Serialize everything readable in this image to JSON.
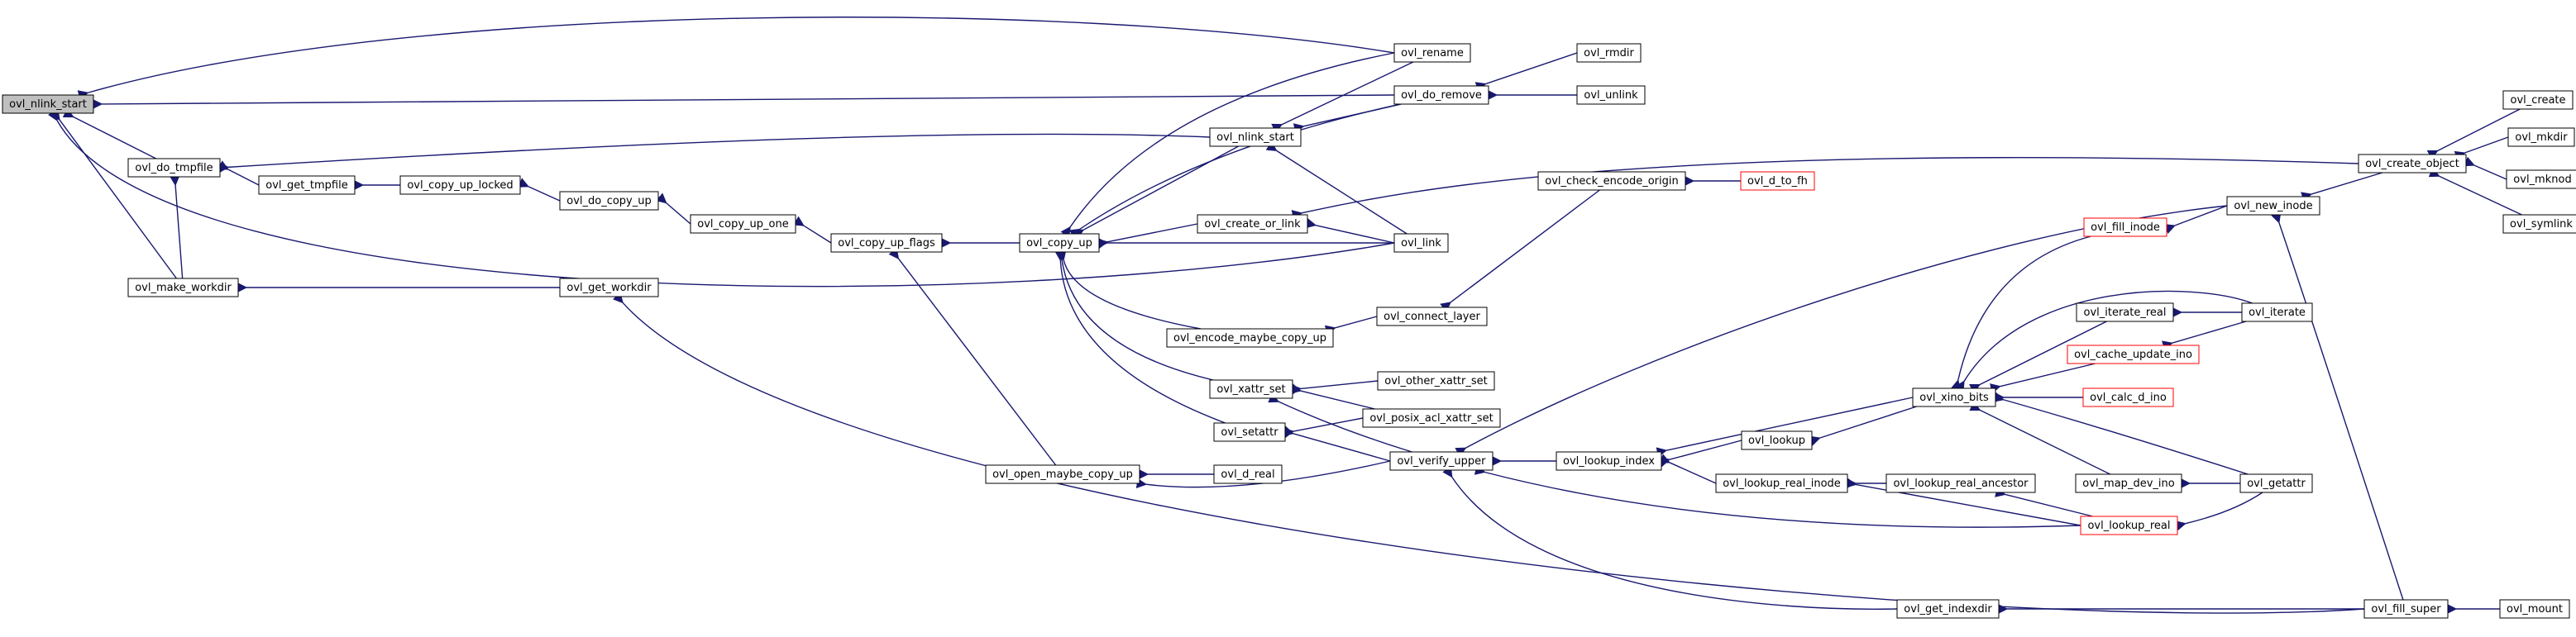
{
  "colors": {
    "edge": "#191970",
    "node_border": "#000000",
    "node_border_truncated": "#ff0000",
    "node_fill": "#ffffff",
    "root_fill": "#bfbfbf",
    "text": "#000000"
  },
  "nodes": [
    {
      "id": "ovl_nlink_start_root",
      "label": "ovl_nlink_start",
      "root": true
    },
    {
      "id": "ovl_do_tmpfile",
      "label": "ovl_do_tmpfile"
    },
    {
      "id": "ovl_make_workdir",
      "label": "ovl_make_workdir"
    },
    {
      "id": "ovl_get_tmpfile",
      "label": "ovl_get_tmpfile"
    },
    {
      "id": "ovl_copy_up_locked",
      "label": "ovl_copy_up_locked"
    },
    {
      "id": "ovl_do_copy_up",
      "label": "ovl_do_copy_up"
    },
    {
      "id": "ovl_get_workdir",
      "label": "ovl_get_workdir"
    },
    {
      "id": "ovl_copy_up_one",
      "label": "ovl_copy_up_one"
    },
    {
      "id": "ovl_copy_up_flags",
      "label": "ovl_copy_up_flags"
    },
    {
      "id": "ovl_open_maybe_copy_up",
      "label": "ovl_open_maybe_copy_up"
    },
    {
      "id": "ovl_copy_up",
      "label": "ovl_copy_up"
    },
    {
      "id": "ovl_rename",
      "label": "ovl_rename"
    },
    {
      "id": "ovl_do_remove",
      "label": "ovl_do_remove"
    },
    {
      "id": "ovl_nlink_start",
      "label": "ovl_nlink_start"
    },
    {
      "id": "ovl_create_or_link",
      "label": "ovl_create_or_link"
    },
    {
      "id": "ovl_link",
      "label": "ovl_link"
    },
    {
      "id": "ovl_encode_maybe_copy_up",
      "label": "ovl_encode_maybe_copy_up"
    },
    {
      "id": "ovl_connect_layer",
      "label": "ovl_connect_layer"
    },
    {
      "id": "ovl_xattr_set",
      "label": "ovl_xattr_set"
    },
    {
      "id": "ovl_other_xattr_set",
      "label": "ovl_other_xattr_set"
    },
    {
      "id": "ovl_posix_acl_xattr_set",
      "label": "ovl_posix_acl_xattr_set"
    },
    {
      "id": "ovl_setattr",
      "label": "ovl_setattr"
    },
    {
      "id": "ovl_verify_upper",
      "label": "ovl_verify_upper"
    },
    {
      "id": "ovl_d_real",
      "label": "ovl_d_real"
    },
    {
      "id": "ovl_rmdir",
      "label": "ovl_rmdir"
    },
    {
      "id": "ovl_unlink",
      "label": "ovl_unlink"
    },
    {
      "id": "ovl_check_encode_origin",
      "label": "ovl_check_encode_origin"
    },
    {
      "id": "ovl_d_to_fh",
      "label": "ovl_d_to_fh",
      "truncated": true
    },
    {
      "id": "ovl_lookup_index",
      "label": "ovl_lookup_index"
    },
    {
      "id": "ovl_lookup",
      "label": "ovl_lookup"
    },
    {
      "id": "ovl_lookup_real_inode",
      "label": "ovl_lookup_real_inode"
    },
    {
      "id": "ovl_lookup_real_ancestor",
      "label": "ovl_lookup_real_ancestor"
    },
    {
      "id": "ovl_lookup_real",
      "label": "ovl_lookup_real",
      "truncated": true
    },
    {
      "id": "ovl_get_indexdir",
      "label": "ovl_get_indexdir"
    },
    {
      "id": "ovl_xino_bits",
      "label": "ovl_xino_bits"
    },
    {
      "id": "ovl_fill_inode",
      "label": "ovl_fill_inode",
      "truncated": true
    },
    {
      "id": "ovl_iterate_real",
      "label": "ovl_iterate_real"
    },
    {
      "id": "ovl_cache_update_ino",
      "label": "ovl_cache_update_ino",
      "truncated": true
    },
    {
      "id": "ovl_calc_d_ino",
      "label": "ovl_calc_d_ino",
      "truncated": true
    },
    {
      "id": "ovl_map_dev_ino",
      "label": "ovl_map_dev_ino"
    },
    {
      "id": "ovl_new_inode",
      "label": "ovl_new_inode"
    },
    {
      "id": "ovl_iterate",
      "label": "ovl_iterate"
    },
    {
      "id": "ovl_getattr",
      "label": "ovl_getattr"
    },
    {
      "id": "ovl_create_object",
      "label": "ovl_create_object"
    },
    {
      "id": "ovl_fill_super",
      "label": "ovl_fill_super"
    },
    {
      "id": "ovl_create",
      "label": "ovl_create"
    },
    {
      "id": "ovl_mkdir",
      "label": "ovl_mkdir"
    },
    {
      "id": "ovl_mknod",
      "label": "ovl_mknod"
    },
    {
      "id": "ovl_symlink",
      "label": "ovl_symlink"
    },
    {
      "id": "ovl_mount",
      "label": "ovl_mount"
    }
  ],
  "edges": [
    [
      "ovl_nlink_start_root",
      "ovl_rename"
    ],
    [
      "ovl_nlink_start_root",
      "ovl_do_remove"
    ],
    [
      "ovl_nlink_start_root",
      "ovl_do_tmpfile"
    ],
    [
      "ovl_nlink_start_root",
      "ovl_make_workdir"
    ],
    [
      "ovl_nlink_start_root",
      "ovl_link"
    ],
    [
      "ovl_do_tmpfile",
      "ovl_nlink_start"
    ],
    [
      "ovl_do_tmpfile",
      "ovl_get_tmpfile"
    ],
    [
      "ovl_do_tmpfile",
      "ovl_make_workdir"
    ],
    [
      "ovl_get_tmpfile",
      "ovl_copy_up_locked"
    ],
    [
      "ovl_copy_up_locked",
      "ovl_do_copy_up"
    ],
    [
      "ovl_do_copy_up",
      "ovl_copy_up_one"
    ],
    [
      "ovl_copy_up_one",
      "ovl_copy_up_flags"
    ],
    [
      "ovl_copy_up_flags",
      "ovl_copy_up"
    ],
    [
      "ovl_copy_up_flags",
      "ovl_open_maybe_copy_up"
    ],
    [
      "ovl_make_workdir",
      "ovl_get_workdir"
    ],
    [
      "ovl_get_workdir",
      "ovl_fill_super"
    ],
    [
      "ovl_copy_up",
      "ovl_rename"
    ],
    [
      "ovl_copy_up",
      "ovl_do_remove"
    ],
    [
      "ovl_copy_up",
      "ovl_nlink_start"
    ],
    [
      "ovl_copy_up",
      "ovl_create_or_link"
    ],
    [
      "ovl_copy_up",
      "ovl_link"
    ],
    [
      "ovl_copy_up",
      "ovl_encode_maybe_copy_up"
    ],
    [
      "ovl_copy_up",
      "ovl_xattr_set"
    ],
    [
      "ovl_copy_up",
      "ovl_setattr"
    ],
    [
      "ovl_open_maybe_copy_up",
      "ovl_d_real"
    ],
    [
      "ovl_open_maybe_copy_up",
      "ovl_verify_upper"
    ],
    [
      "ovl_nlink_start",
      "ovl_rename"
    ],
    [
      "ovl_nlink_start",
      "ovl_do_remove"
    ],
    [
      "ovl_nlink_start",
      "ovl_link"
    ],
    [
      "ovl_do_remove",
      "ovl_rmdir"
    ],
    [
      "ovl_do_remove",
      "ovl_unlink"
    ],
    [
      "ovl_create_or_link",
      "ovl_link"
    ],
    [
      "ovl_create_or_link",
      "ovl_create_object"
    ],
    [
      "ovl_encode_maybe_copy_up",
      "ovl_connect_layer"
    ],
    [
      "ovl_xattr_set",
      "ovl_other_xattr_set"
    ],
    [
      "ovl_xattr_set",
      "ovl_posix_acl_xattr_set"
    ],
    [
      "ovl_xattr_set",
      "ovl_verify_upper"
    ],
    [
      "ovl_setattr",
      "ovl_posix_acl_xattr_set"
    ],
    [
      "ovl_setattr",
      "ovl_verify_upper"
    ],
    [
      "ovl_connect_layer",
      "ovl_check_encode_origin"
    ],
    [
      "ovl_check_encode_origin",
      "ovl_d_to_fh"
    ],
    [
      "ovl_verify_upper",
      "ovl_new_inode"
    ],
    [
      "ovl_verify_upper",
      "ovl_lookup_index"
    ],
    [
      "ovl_verify_upper",
      "ovl_lookup_real"
    ],
    [
      "ovl_verify_upper",
      "ovl_get_indexdir"
    ],
    [
      "ovl_lookup_index",
      "ovl_xino_bits"
    ],
    [
      "ovl_lookup_index",
      "ovl_lookup"
    ],
    [
      "ovl_lookup_index",
      "ovl_lookup_real_inode"
    ],
    [
      "ovl_lookup",
      "ovl_xino_bits"
    ],
    [
      "ovl_lookup_real_inode",
      "ovl_lookup_real_ancestor"
    ],
    [
      "ovl_lookup_real_inode",
      "ovl_lookup_real"
    ],
    [
      "ovl_lookup_real_ancestor",
      "ovl_lookup_real"
    ],
    [
      "ovl_get_indexdir",
      "ovl_fill_super"
    ],
    [
      "ovl_xino_bits",
      "ovl_fill_inode"
    ],
    [
      "ovl_xino_bits",
      "ovl_iterate_real"
    ],
    [
      "ovl_xino_bits",
      "ovl_iterate"
    ],
    [
      "ovl_xino_bits",
      "ovl_cache_update_ino"
    ],
    [
      "ovl_xino_bits",
      "ovl_calc_d_ino"
    ],
    [
      "ovl_xino_bits",
      "ovl_map_dev_ino"
    ],
    [
      "ovl_xino_bits",
      "ovl_getattr"
    ],
    [
      "ovl_fill_inode",
      "ovl_new_inode"
    ],
    [
      "ovl_new_inode",
      "ovl_create_object"
    ],
    [
      "ovl_new_inode",
      "ovl_fill_super"
    ],
    [
      "ovl_iterate_real",
      "ovl_iterate"
    ],
    [
      "ovl_cache_update_ino",
      "ovl_iterate"
    ],
    [
      "ovl_map_dev_ino",
      "ovl_getattr"
    ],
    [
      "ovl_lookup_real",
      "ovl_getattr"
    ],
    [
      "ovl_create_object",
      "ovl_create"
    ],
    [
      "ovl_create_object",
      "ovl_mkdir"
    ],
    [
      "ovl_create_object",
      "ovl_mknod"
    ],
    [
      "ovl_create_object",
      "ovl_symlink"
    ],
    [
      "ovl_fill_super",
      "ovl_mount"
    ]
  ]
}
